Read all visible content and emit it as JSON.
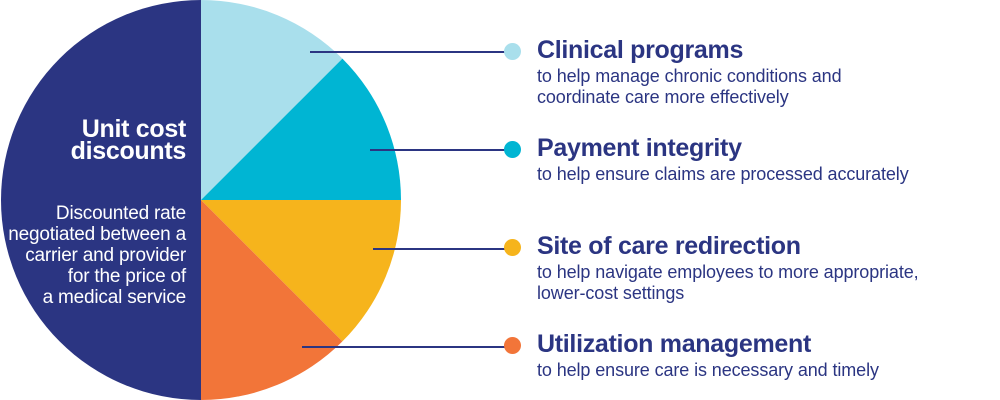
{
  "colors": {
    "navy": "#2b3582",
    "light_blue": "#a9dfec",
    "teal": "#00b5d3",
    "yellow": "#f6b41c",
    "orange": "#f27539",
    "text": "#2b3582",
    "line": "#2b3582"
  },
  "chart_data": {
    "type": "pie",
    "title": "Unit cost discounts",
    "center": [
      201,
      200
    ],
    "radius": 200,
    "legend_position": "right",
    "slices": [
      {
        "label": "Unit cost discounts",
        "fraction": 0.5,
        "start_angle": 180,
        "end_angle": 360,
        "color": "#2b3582"
      },
      {
        "label": "Clinical programs",
        "fraction": 0.125,
        "start_angle": 0,
        "end_angle": 45,
        "color": "#a9dfec"
      },
      {
        "label": "Payment integrity",
        "fraction": 0.125,
        "start_angle": 45,
        "end_angle": 90,
        "color": "#00b5d3"
      },
      {
        "label": "Site of care redirection",
        "fraction": 0.125,
        "start_angle": 90,
        "end_angle": 135,
        "color": "#f6b41c"
      },
      {
        "label": "Utilization management",
        "fraction": 0.125,
        "start_angle": 135,
        "end_angle": 180,
        "color": "#f27539"
      }
    ]
  },
  "pie_label": {
    "title": "Unit cost\ndiscounts",
    "description": "Discounted rate\nnegotiated between a\ncarrier and provider\nfor the price of\na medical service"
  },
  "legend": {
    "items": [
      {
        "title": "Clinical programs",
        "description": "to help manage chronic conditions and\ncoordinate care more effectively",
        "color": "#a9dfec"
      },
      {
        "title": "Payment integrity",
        "description": "to help ensure claims are processed accurately",
        "color": "#00b5d3"
      },
      {
        "title": "Site of care redirection",
        "description": "to help navigate employees to more appropriate,\nlower-cost settings",
        "color": "#f6b41c"
      },
      {
        "title": "Utilization management",
        "description": "to help ensure care is necessary and timely",
        "color": "#f27539"
      }
    ]
  }
}
